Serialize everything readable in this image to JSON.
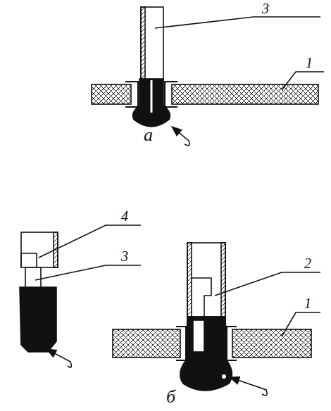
{
  "diagram": {
    "labels": [
      "3",
      "1",
      "а",
      "4",
      "3",
      "2",
      "1",
      "б"
    ]
  }
}
